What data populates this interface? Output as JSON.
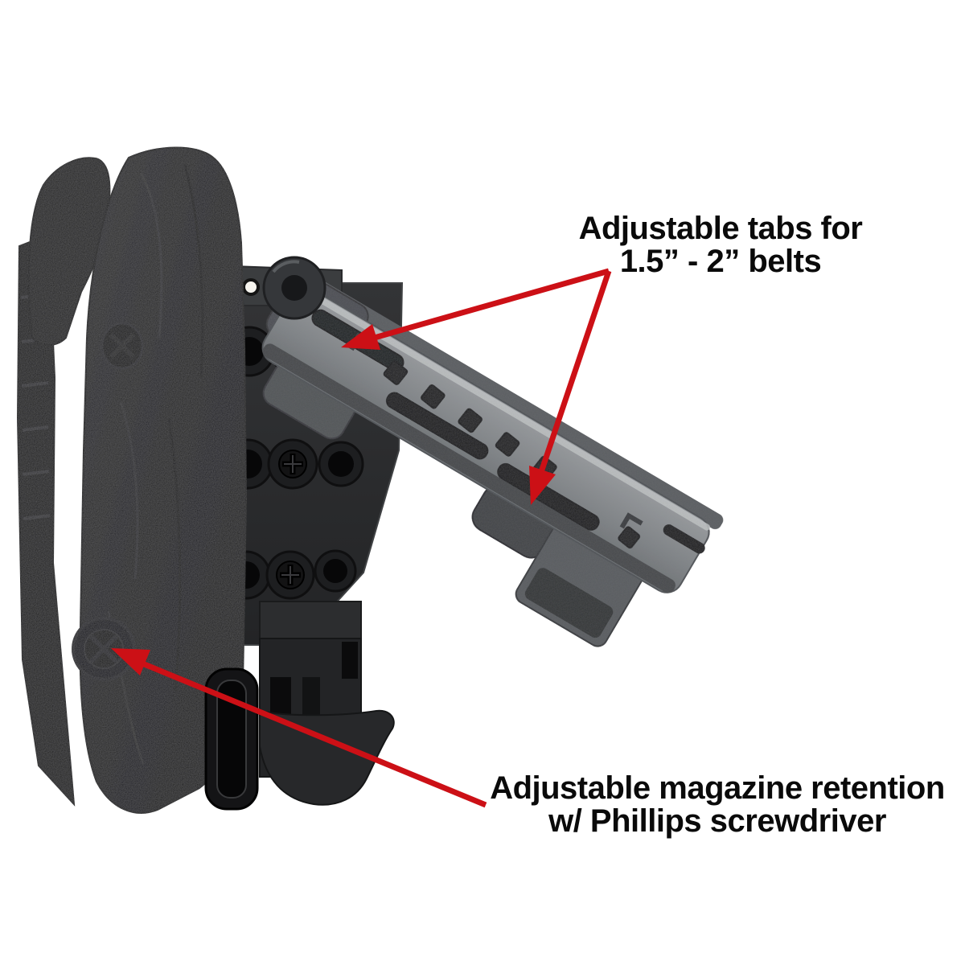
{
  "image": {
    "description": "Black magazine carrier / holster with adjustable belt clip, annotated product photo",
    "background": "#ffffff"
  },
  "colors": {
    "callout_red": "#cc1016",
    "text_black": "#0a0a0a",
    "kydex_black": "#1a1a1c",
    "plate_gray": "#2a2b2d",
    "clip_gray": "#7f8386"
  },
  "annotations": {
    "belt_tabs": {
      "line1": "Adjustable tabs for",
      "line2": "1.5” - 2” belts"
    },
    "retention": {
      "line1": "Adjustable magazine retention",
      "line2": "w/ Phillips screwdriver"
    }
  }
}
